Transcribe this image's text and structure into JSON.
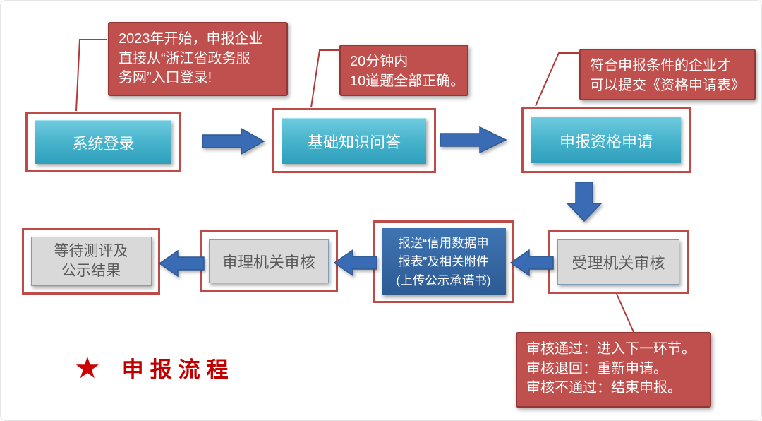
{
  "title": {
    "star": "★",
    "label": "申报流程"
  },
  "steps": {
    "login": {
      "label": "系统登录"
    },
    "quiz": {
      "label": "基础知识问答"
    },
    "qualification": {
      "label": "申报资格申请"
    },
    "acceptance_review": {
      "label": "受理机关审核"
    },
    "submit_data": {
      "lines": [
        "报送“信用数据申",
        "报表”及相关附件",
        "(上传公示承诺书)"
      ]
    },
    "authority_review": {
      "label": "审理机关审核"
    },
    "wait_results": {
      "lines": [
        "等待测评及",
        "公示结果"
      ]
    }
  },
  "callouts": {
    "login_note": {
      "lines": [
        "2023年开始，申报企业",
        "直接从“浙江省政务服",
        "务网”入口登录!"
      ]
    },
    "quiz_note": {
      "lines": [
        "20分钟内",
        "10道题全部正确。"
      ]
    },
    "qualification_note": {
      "lines": [
        "符合申报条件的企业才",
        "可以提交《资格申请表》"
      ]
    },
    "review_note": {
      "lines": [
        "审核通过：进入下一环节。",
        "审核退回：重新申请。",
        "审核不通过：结束申报。"
      ]
    }
  },
  "colors": {
    "callout_fill": "#C0504D",
    "callout_border": "#943634",
    "outer_box_border": "#BE4B48",
    "teal_top": "#6FCBDF",
    "teal_bottom": "#2E9FBC",
    "gray_fill": "#D9D9D9",
    "gray_border": "#7F9DB9",
    "blue_fill": "#2D5B93",
    "arrow_fill": "#3A6CB5",
    "connector_red": "#AE3B38",
    "title_red": "#C00000"
  }
}
